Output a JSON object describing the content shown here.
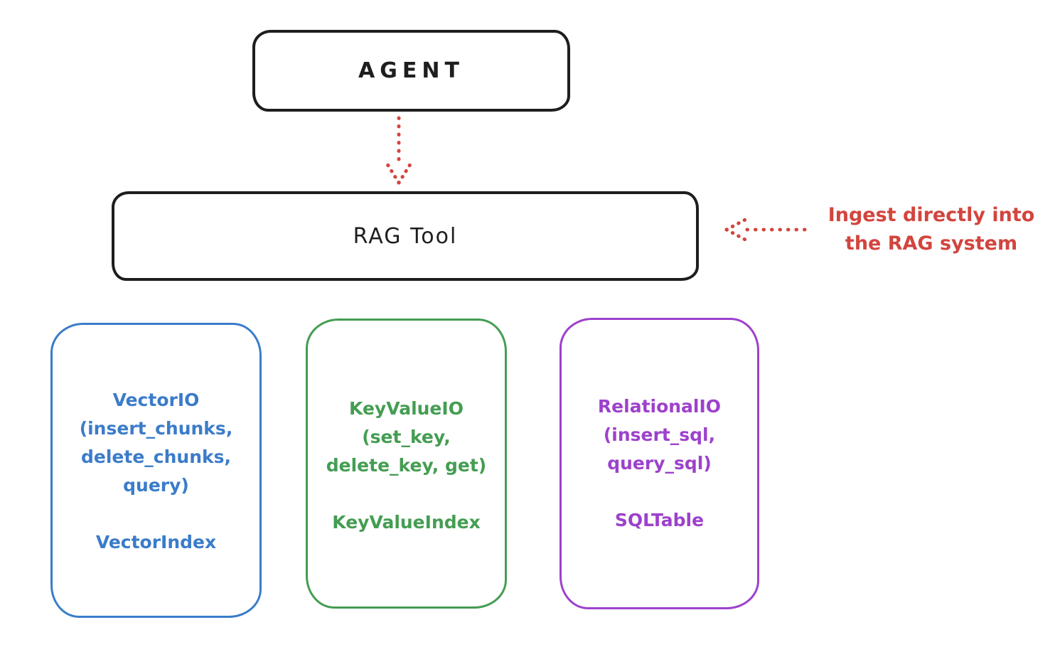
{
  "nodes": {
    "agent": {
      "label": "AGENT"
    },
    "rag_tool": {
      "label": "RAG Tool"
    }
  },
  "annotation": {
    "line1": "Ingest directly into",
    "line2": "the RAG system"
  },
  "storage_nodes": [
    {
      "name": "vector-io",
      "color": "#3b7cc9",
      "lines": [
        "VectorIO",
        "(insert_chunks,",
        "delete_chunks,",
        "query)"
      ],
      "index_label": "VectorIndex"
    },
    {
      "name": "keyvalue-io",
      "color": "#449d52",
      "lines": [
        "KeyValueIO",
        "(set_key,",
        "delete_key, get)"
      ],
      "index_label": "KeyValueIndex"
    },
    {
      "name": "relational-io",
      "color": "#9d41cc",
      "lines": [
        "RelationalIO",
        "(insert_sql,",
        "query_sql)"
      ],
      "index_label": "SQLTable"
    }
  ],
  "icons": {
    "agent_to_rag_arrow": "dotted-down-arrow",
    "ingest_arrow": "dotted-left-arrow"
  },
  "colors": {
    "ink": "#1e1e1e",
    "red": "#d2453e",
    "blue": "#3b7cc9",
    "green": "#449d52",
    "purple": "#9d41cc",
    "background": "#ffffff"
  }
}
